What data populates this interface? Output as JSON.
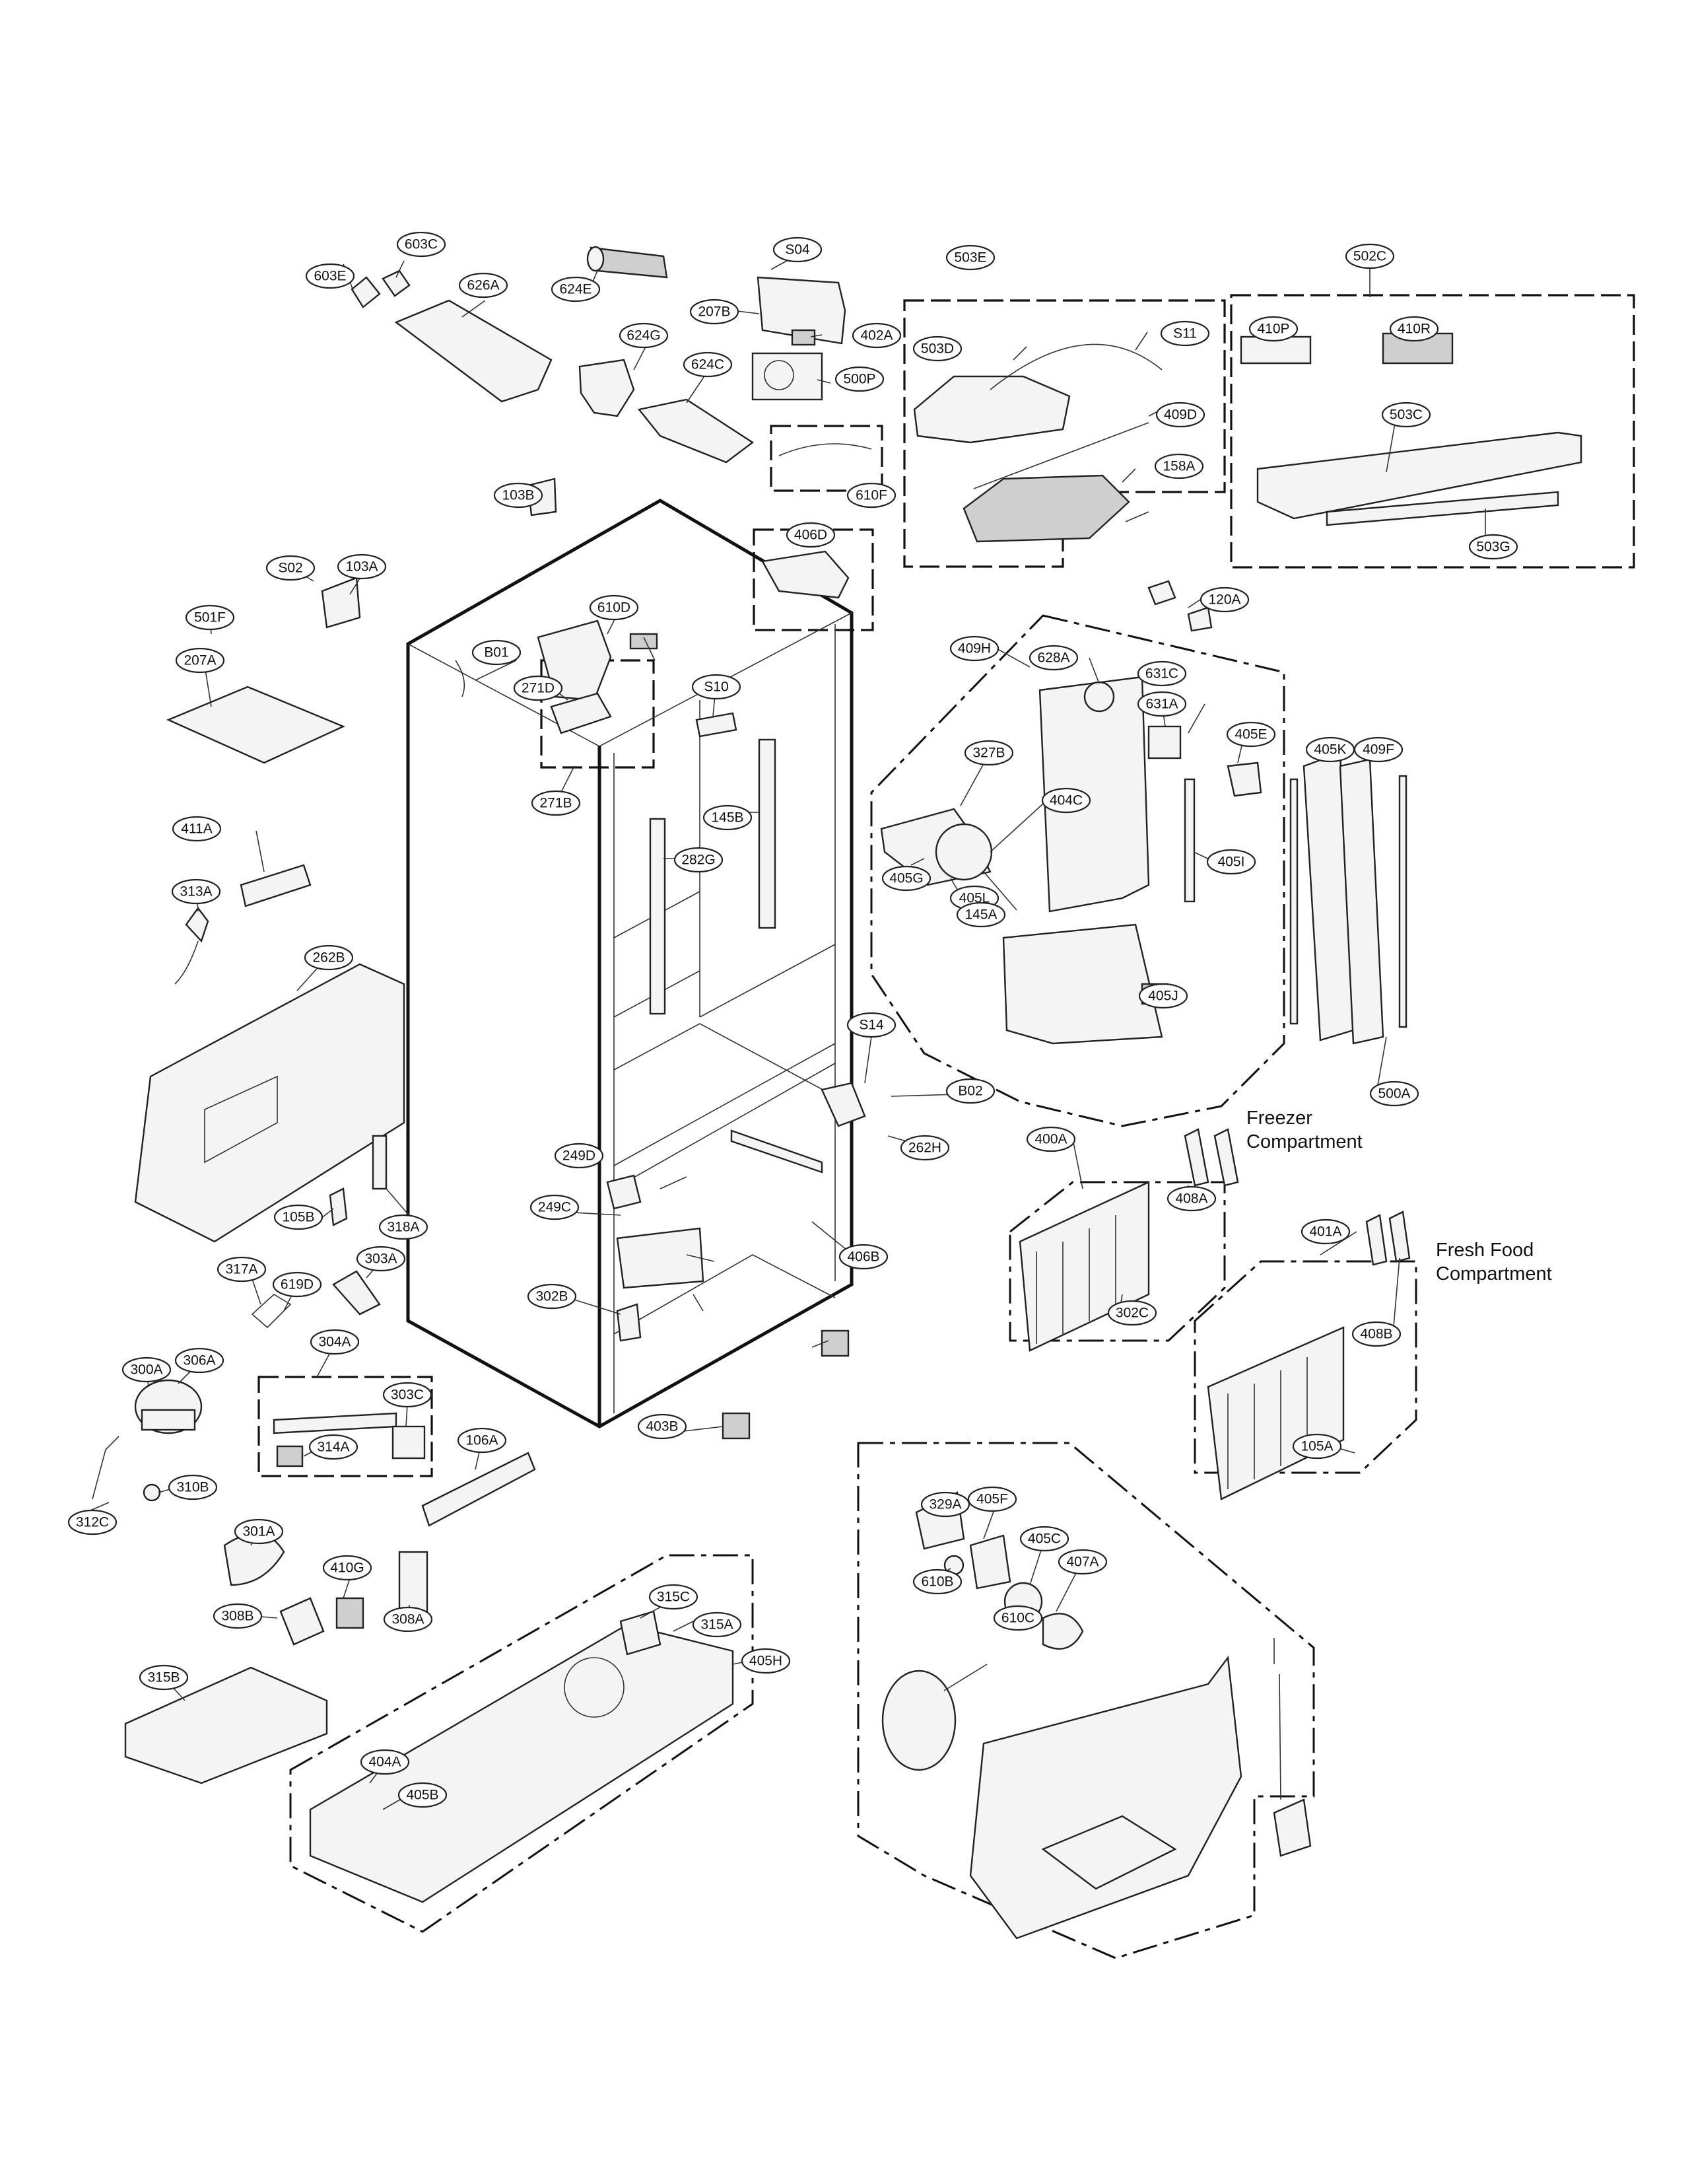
{
  "diagram": {
    "notes": {
      "freezer_line1": "Freezer",
      "freezer_line2": "Compartment",
      "fresh_line1": "Fresh Food",
      "fresh_line2": "Compartment"
    },
    "callouts": [
      "603E",
      "603C",
      "626A",
      "624E",
      "S04",
      "207B",
      "402A",
      "500P",
      "624G",
      "624C",
      "610F",
      "503E",
      "503D",
      "S11",
      "409D",
      "158A",
      "502C",
      "410P",
      "410R",
      "503C",
      "503G",
      "103B",
      "103A",
      "S02",
      "501F",
      "207A",
      "610D",
      "B01",
      "271D",
      "271B",
      "406D",
      "S10",
      "145B",
      "282G",
      "120A",
      "409H",
      "628A",
      "631C",
      "631A",
      "405E",
      "327B",
      "404C",
      "405G",
      "405L",
      "145A",
      "405I",
      "405J",
      "405K",
      "409F",
      "500A",
      "411A",
      "313A",
      "262B",
      "S14",
      "B02",
      "262H",
      "249D",
      "249C",
      "406B",
      "302B",
      "400A",
      "408A",
      "302C",
      "401A",
      "408B",
      "105A",
      "105B",
      "318A",
      "317A",
      "619D",
      "303A",
      "304A",
      "303C",
      "314A",
      "300A",
      "306A",
      "310B",
      "312C",
      "106A",
      "403B",
      "301A",
      "410G",
      "308B",
      "308A",
      "315B",
      "315C",
      "315A",
      "405H",
      "404A",
      "405B",
      "329A",
      "405F",
      "405C",
      "407A",
      "610B",
      "610C"
    ]
  }
}
